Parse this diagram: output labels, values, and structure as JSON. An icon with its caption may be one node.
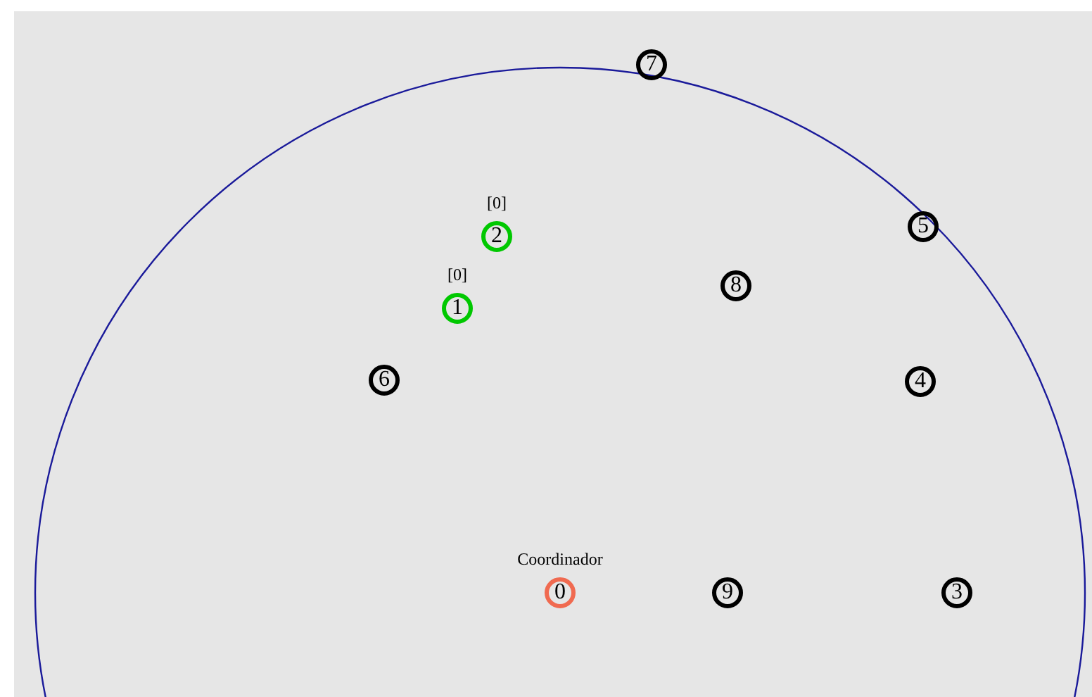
{
  "diagram": {
    "nodes": [
      {
        "text": [
          "7"
        ]
      },
      {
        "text": [
          "2"
        ],
        "beside": [
          "[0]"
        ]
      },
      {
        "text": [
          "5"
        ]
      },
      {
        "text": [
          "1"
        ],
        "beside": [
          "[0]"
        ]
      },
      {
        "text": [
          "8"
        ]
      },
      {
        "text": [
          "6"
        ]
      },
      {
        "text": [
          "4"
        ]
      },
      {
        "text": [
          "0"
        ],
        "beside": [
          "Coordinador"
        ]
      },
      {
        "text": [
          "9"
        ]
      },
      {
        "text": [
          "3"
        ]
      }
    ],
    "edges": []
  }
}
